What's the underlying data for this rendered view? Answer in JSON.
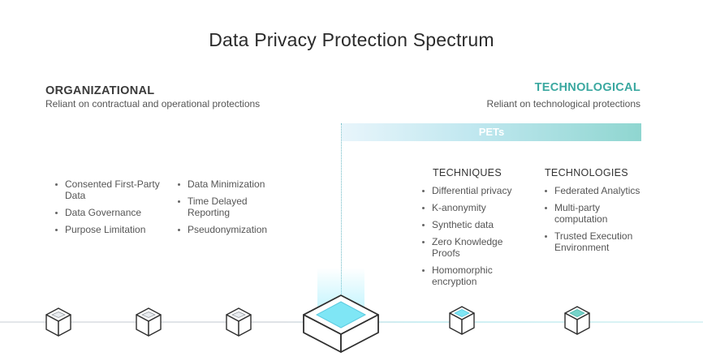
{
  "title": "Data Privacy Protection Spectrum",
  "organizational": {
    "title": "ORGANIZATIONAL",
    "subtitle": "Reliant on contractual and operational protections",
    "col1": [
      "Consented First-Party Data",
      "Data Governance",
      "Purpose Limitation"
    ],
    "col2": [
      "Data Minimization",
      "Time Delayed Reporting",
      "Pseudonymization"
    ]
  },
  "technological": {
    "title": "TECHNOLOGICAL",
    "subtitle": "Reliant on technological protections",
    "pets_label": "PETs",
    "techniques": {
      "heading": "TECHNIQUES",
      "items": [
        "Differential privacy",
        "K-anonymity",
        "Synthetic data",
        "Zero Knowledge Proofs",
        "Homomorphic encryption"
      ]
    },
    "technologies": {
      "heading": "TECHNOLOGIES",
      "items": [
        "Federated Analytics",
        "Multi-party computation",
        "Trusted Execution Environment"
      ]
    }
  },
  "colors": {
    "accent": "#3aa8a0",
    "cube_highlight": "#7fe6f5",
    "cube_stroke": "#2f2f2f"
  }
}
